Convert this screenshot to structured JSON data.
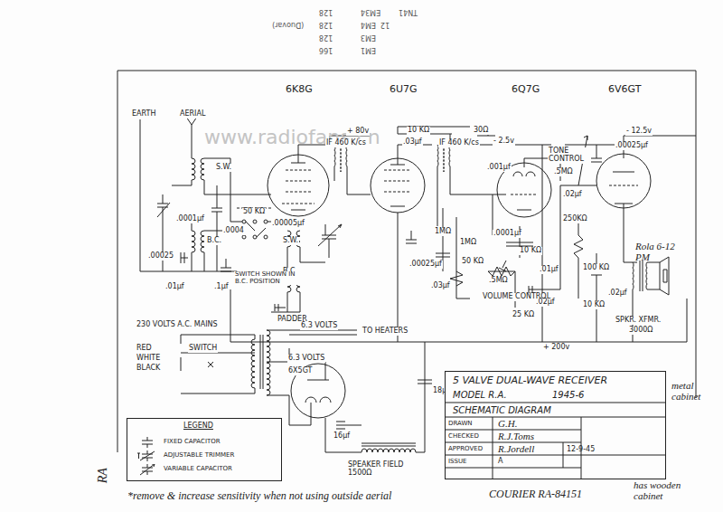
{
  "diagram": {
    "nodes": [
      {
        "text": [
          "5 VALVE DUAL-WAVE RECEIVER",
          "MODEL R.A.",
          "1945-6",
          "SCHEMATIC DIAGRAM",
          "DRAWN",
          "G.H.",
          "CHECKED",
          "R.J.Toms",
          "APPROVED",
          "R.Jordell",
          "12-9-45",
          "ISSUE",
          "A"
        ]
      },
      {
        "text": [
          "LEGEND"
        ]
      }
    ],
    "labels": [
      "EARTH",
      "AERIAL",
      "6K8G",
      "6U7G",
      "6Q7G",
      "6V6GT",
      "www.radiofans.cn",
      "+ 80v",
      "IF 460 K/cs",
      "10 KΩ",
      "30Ω",
      ".03µf",
      "IF 460 K/cs",
      "- 2.5v",
      "- 12.5v",
      ".00025µf",
      "TONE CONTROL",
      ".5MΩ",
      ".001µf",
      ".02µf",
      "S.W.",
      ".0001µf",
      "50 KΩ",
      ".00005µf",
      ".0004",
      "S.W.",
      "B.C.",
      "B.C.",
      ".00025",
      ".01µf",
      ".1µf",
      "SWITCH SHOWN IN B.C. POSITION",
      "PADDER",
      "1MΩ",
      "1MΩ",
      ".0001µf",
      "10 KΩ",
      ".00025µf",
      "50 KΩ",
      ".01µf",
      ".03µf",
      ".5MΩ",
      "VOLUME CONTROL",
      ".02µf",
      "25 KΩ",
      "250KΩ",
      "100 KΩ",
      "10 KΩ",
      ".02µf",
      "Rola 6-12 PM",
      "SPKR. XFMR.",
      "3000Ω",
      "+ 200v",
      "230 VOLTS A.C. MAINS",
      "SWITCH",
      "RED",
      "WHITE",
      "BLACK",
      "6.3 VOLTS",
      "TO HEATERS",
      "6.3 VOLTS",
      "6X5GT",
      "18µf",
      "16µf",
      "SPEAKER FIELD 1500Ω",
      "metal cabinet",
      "RA",
      "*remove & increase sensitivity when not using outside aerial",
      "COURIER RA-84151",
      "has wooden cabinet",
      "EM1",
      "166",
      "EM3",
      "128",
      "(Duovar)",
      "EM4",
      "128",
      "EM34",
      "128",
      "TN41",
      "12"
    ],
    "legend": [
      {
        "text": "FIXED CAPACITOR"
      },
      {
        "text": "ADJUSTABLE TRIMMER"
      },
      {
        "text": "VARIABLE CAPACITOR"
      }
    ]
  }
}
